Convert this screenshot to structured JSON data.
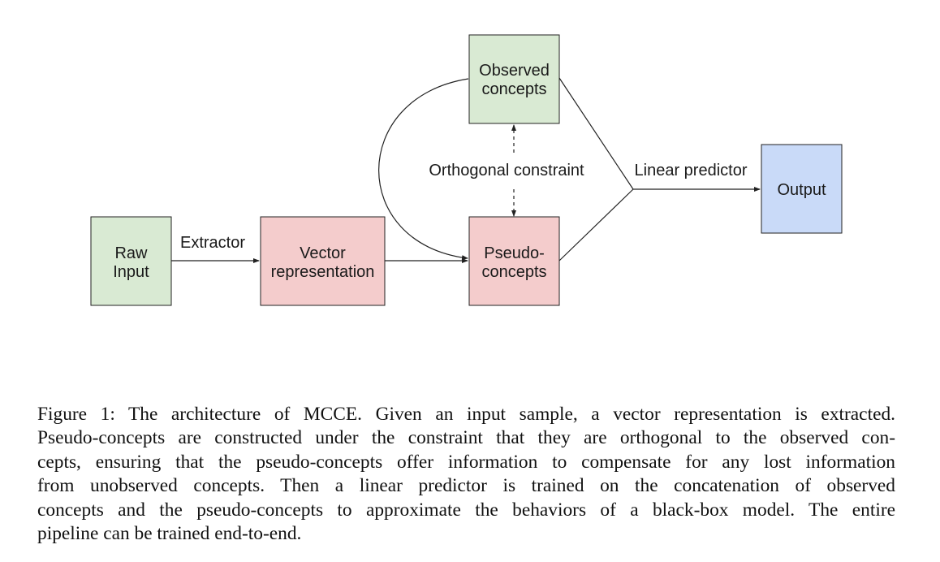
{
  "diagram": {
    "nodes": {
      "raw_input": {
        "lines": [
          "Raw",
          "Input"
        ],
        "fill": "#d9ead3"
      },
      "vector_representation": {
        "lines": [
          "Vector",
          "representation"
        ],
        "fill": "#f4cccc"
      },
      "pseudo_concepts": {
        "lines": [
          "Pseudo-",
          "concepts"
        ],
        "fill": "#f4cccc"
      },
      "observed_concepts": {
        "lines": [
          "Observed",
          "concepts"
        ],
        "fill": "#d9ead3"
      },
      "output": {
        "lines": [
          "Output"
        ],
        "fill": "#c9daf8"
      }
    },
    "edge_labels": {
      "extractor": "Extractor",
      "orthogonal_constraint": "Orthogonal constraint",
      "linear_predictor": "Linear predictor"
    }
  },
  "caption": {
    "lines": [
      "Figure 1: The architecture of MCCE. Given an input sample, a vector representation is extracted.",
      "Pseudo-concepts are constructed under the constraint that they are orthogonal to the observed con-",
      "cepts, ensuring that the pseudo-concepts offer information to compensate for any lost information",
      "from unobserved concepts. Then a linear predictor is trained on the concatenation of observed",
      "concepts and the pseudo-concepts to approximate the behaviors of a black-box model. The entire",
      "pipeline can be trained end-to-end."
    ]
  }
}
